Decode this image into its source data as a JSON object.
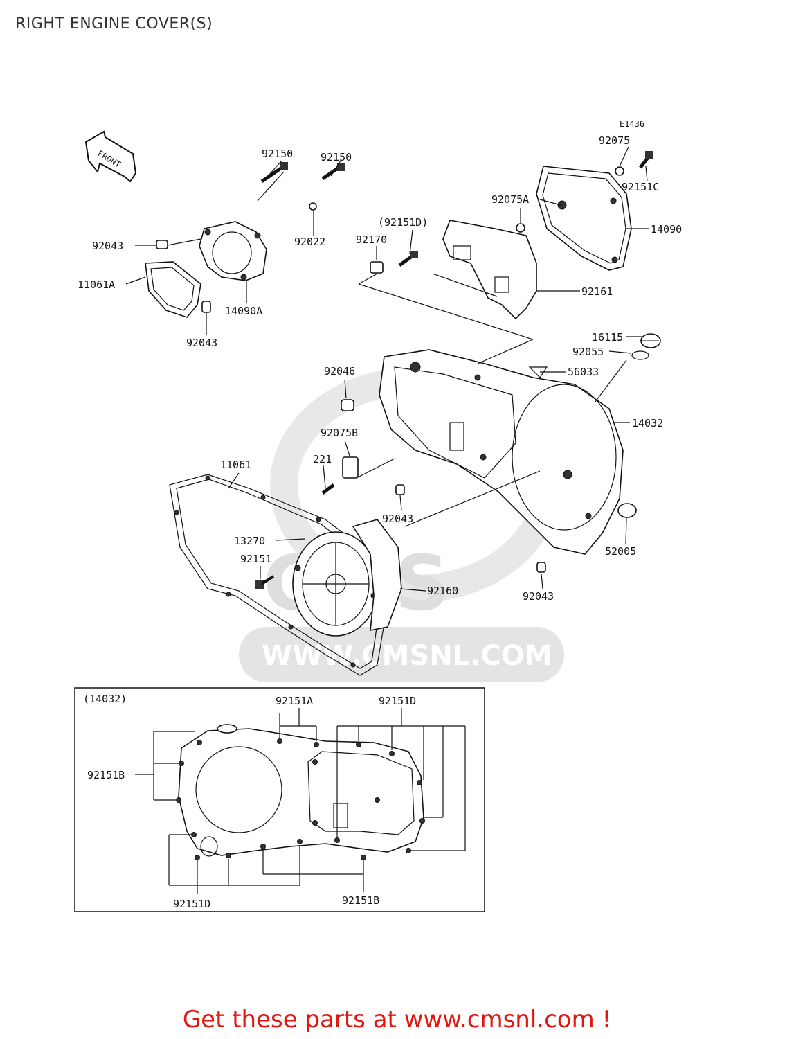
{
  "page": {
    "title": "RIGHT ENGINE COVER(S)"
  },
  "diagram": {
    "code": "E1436",
    "front_label": "FRONT",
    "watermark": {
      "brand": "CMS",
      "url": "WWW.CMSNL.COM"
    },
    "parts": [
      {
        "ref": "92150"
      },
      {
        "ref": "92150"
      },
      {
        "ref": "92075"
      },
      {
        "ref": "92151C"
      },
      {
        "ref": "92075A"
      },
      {
        "ref": "14090"
      },
      {
        "ref": "92043"
      },
      {
        "ref": "92022"
      },
      {
        "ref": "(92151D)"
      },
      {
        "ref": "92170"
      },
      {
        "ref": "11061A"
      },
      {
        "ref": "14090A"
      },
      {
        "ref": "92161"
      },
      {
        "ref": "92043"
      },
      {
        "ref": "16115"
      },
      {
        "ref": "92055"
      },
      {
        "ref": "92046"
      },
      {
        "ref": "56033"
      },
      {
        "ref": "14032"
      },
      {
        "ref": "92075B"
      },
      {
        "ref": "221"
      },
      {
        "ref": "11061"
      },
      {
        "ref": "92043"
      },
      {
        "ref": "13270"
      },
      {
        "ref": "52005"
      },
      {
        "ref": "92151"
      },
      {
        "ref": "92160"
      },
      {
        "ref": "92043"
      }
    ],
    "inset": {
      "title": "(14032)",
      "labels": [
        "92151A",
        "92151D",
        "92151B",
        "92151D",
        "92151B"
      ]
    }
  },
  "footer": {
    "text": "Get these parts at www.cmsnl.com !"
  }
}
